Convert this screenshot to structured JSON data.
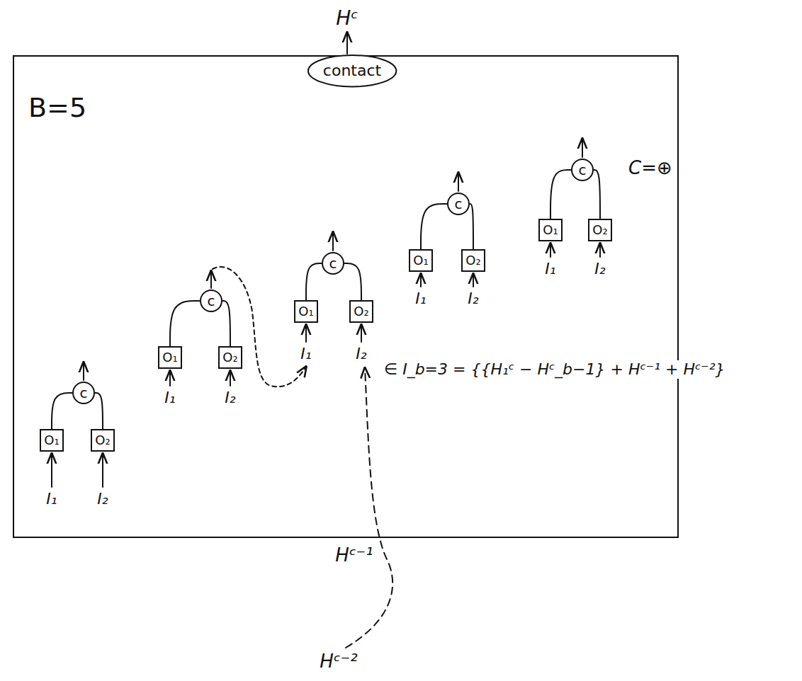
{
  "diagram": {
    "nodes": [
      {
        "text": [
          "contact"
        ]
      },
      {
        "text": [
          "B=5"
        ]
      },
      {
        "text": [
          "c"
        ],
        "in": 1
      },
      {
        "text": [
          "O₁"
        ],
        "in": 1
      },
      {
        "text": [
          "O₂"
        ],
        "in": 1
      },
      {
        "text": [
          "c"
        ],
        "in": 1
      },
      {
        "text": [
          "O₁"
        ],
        "in": 1
      },
      {
        "text": [
          "O₂"
        ],
        "in": 1
      },
      {
        "text": [
          "c"
        ],
        "in": 1
      },
      {
        "text": [
          "O₁"
        ],
        "in": 1
      },
      {
        "text": [
          "O₂"
        ],
        "in": 1
      },
      {
        "text": [
          "c"
        ],
        "in": 1
      },
      {
        "text": [
          "O₁"
        ],
        "in": 1
      },
      {
        "text": [
          "O₂"
        ],
        "in": 1
      },
      {
        "text": [
          "c"
        ],
        "in": 1
      },
      {
        "text": [
          "O₁"
        ],
        "in": 1
      },
      {
        "text": [
          "O₂"
        ],
        "in": 1
      }
    ],
    "edges": [
      {
        "from": 3,
        "to": 2,
        "arrow": "none"
      },
      {
        "from": 4,
        "to": 2,
        "arrow": "none"
      },
      {
        "from": 6,
        "to": 5,
        "arrow": "none"
      },
      {
        "from": 7,
        "to": 5,
        "arrow": "none"
      },
      {
        "from": 9,
        "to": 8,
        "arrow": "none"
      },
      {
        "from": 10,
        "to": 8,
        "arrow": "none"
      },
      {
        "from": 12,
        "to": 11,
        "arrow": "none"
      },
      {
        "from": 13,
        "to": 11,
        "arrow": "none"
      },
      {
        "from": 15,
        "to": 14,
        "arrow": "none"
      },
      {
        "from": 16,
        "to": 14,
        "arrow": "none"
      }
    ],
    "labels": [
      "Hᶜ",
      "C=⊕",
      "I₁",
      "I₂",
      "I₁",
      "I₂",
      "I₁",
      "I₂",
      "I₁",
      "I₂",
      "I₁",
      "I₂",
      "∈ I_b=3 = {{H₁ᶜ − Hᶜ_b−1} + Hᶜ⁻¹ + Hᶜ⁻²}",
      "Hᶜ⁻¹",
      "Hᶜ⁻²"
    ]
  }
}
